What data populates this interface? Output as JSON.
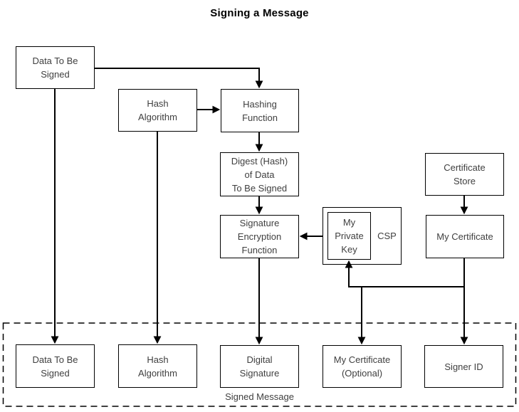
{
  "title": "Signing a Message",
  "diagram": {
    "nodes": {
      "data_to_be_signed_top": "Data To Be\nSigned",
      "hash_algorithm_top": "Hash\nAlgorithm",
      "hashing_function": "Hashing\nFunction",
      "digest": "Digest (Hash)\nof Data\nTo Be Signed",
      "certificate_store": "Certificate\nStore",
      "signature_encryption_function": "Signature\nEncryption\nFunction",
      "my_private_key": "My\nPrivate\nKey",
      "csp": "CSP",
      "my_certificate": "My Certificate",
      "data_to_be_signed_bottom": "Data To Be\nSigned",
      "hash_algorithm_bottom": "Hash\nAlgorithm",
      "digital_signature": "Digital\nSignature",
      "my_certificate_optional": "My Certificate\n(Optional)",
      "signer_id": "Signer ID"
    },
    "labels": {
      "signed_message": "Signed Message"
    },
    "colors": {
      "line": "#000000",
      "box_border": "#000000",
      "box_fill": "#ffffff",
      "text": "#3f3f3f",
      "title": "#000000",
      "background": "#ffffff"
    }
  }
}
